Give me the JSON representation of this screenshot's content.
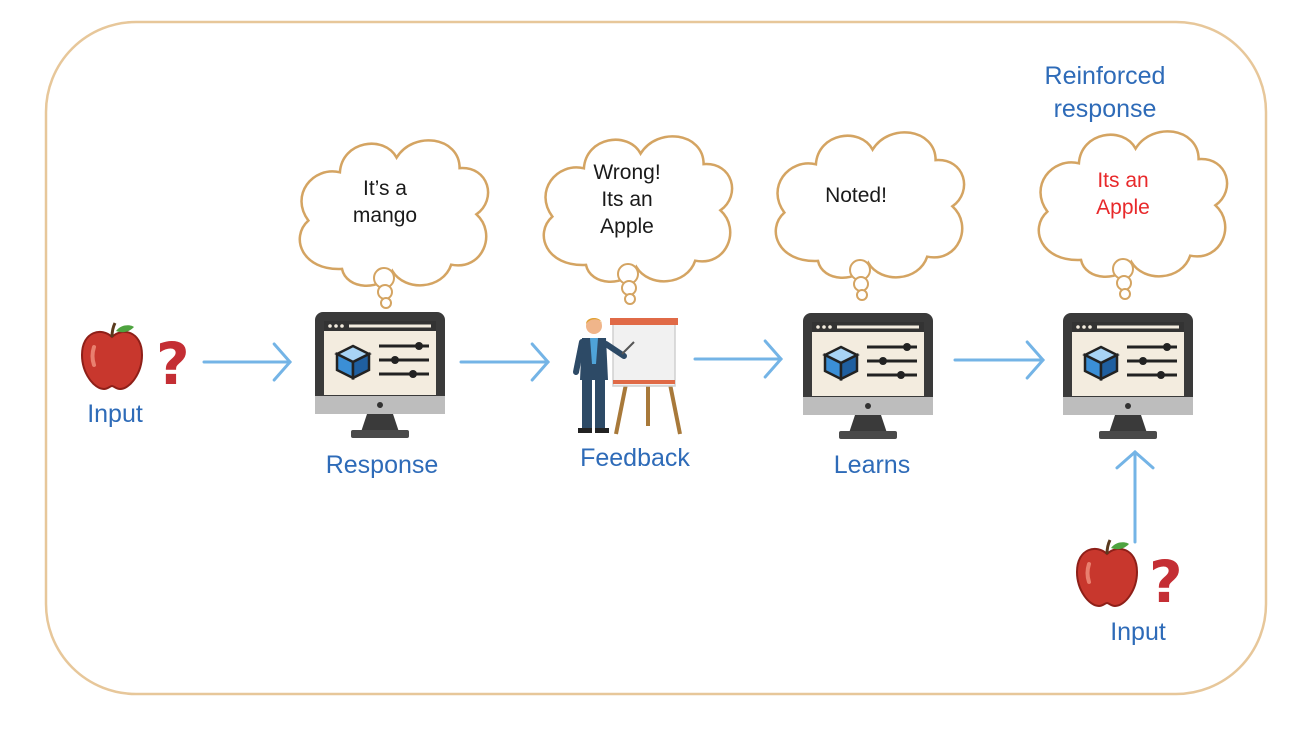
{
  "labels": {
    "input_left": "Input",
    "response": "Response",
    "feedback": "Feedback",
    "learns": "Learns",
    "input_bottom": "Input",
    "reinforced_line1": "Reinforced",
    "reinforced_line2": "response"
  },
  "bubbles": {
    "response": "It’s a\nmango",
    "feedback": "Wrong!\nIts an\nApple",
    "learns": "Noted!",
    "reinforced": "Its an\nApple"
  },
  "question_mark": "?",
  "colors": {
    "frame": "#e7c79a",
    "cloud": "#d4a462",
    "arrow": "#74b4e6",
    "label": "#2e6bb8",
    "answer_highlight": "#e8292b",
    "apple": "#c8372d",
    "question": "#c42e34"
  },
  "icons": [
    "apple-icon",
    "question-mark-icon",
    "computer-icon",
    "presenter-icon",
    "thought-cloud-icon",
    "arrow-icon"
  ]
}
